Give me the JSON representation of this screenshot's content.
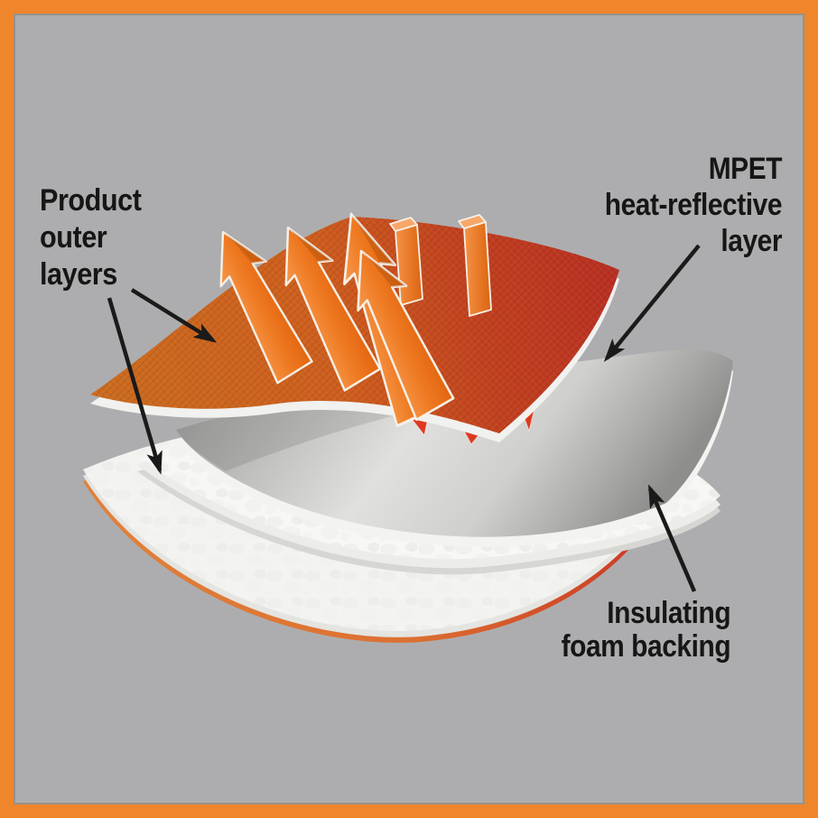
{
  "frame": {
    "border_color": "#F0862B",
    "background_color": "#ADADAF"
  },
  "labels": {
    "product_outer_layers": {
      "line1": "Product",
      "line2": "outer",
      "line3": "layers"
    },
    "mpet": {
      "line1": "MPET",
      "line2": "heat-reflective",
      "line3": "layer"
    },
    "insulating_foam": {
      "line1": "Insulating",
      "line2": "foam backing"
    }
  },
  "layers": [
    {
      "id": "product-outer-layer-top",
      "color_left": "#CB6B1F",
      "color_right": "#B93022"
    },
    {
      "id": "mpet-heat-reflective-layer",
      "color": "#C9C9C7"
    },
    {
      "id": "insulating-foam-backing",
      "color": "#F6F6F4"
    },
    {
      "id": "product-outer-layer-bottom",
      "color": "#F3F3F1",
      "rim_orange": "#E07B35",
      "rim_red": "#CC3D26"
    }
  ],
  "icons": {
    "heat_arrow_color": "#EE7A22",
    "reflected_heat_color": "#DC3A1F",
    "callout_arrow_color": "#1A1A1A"
  }
}
